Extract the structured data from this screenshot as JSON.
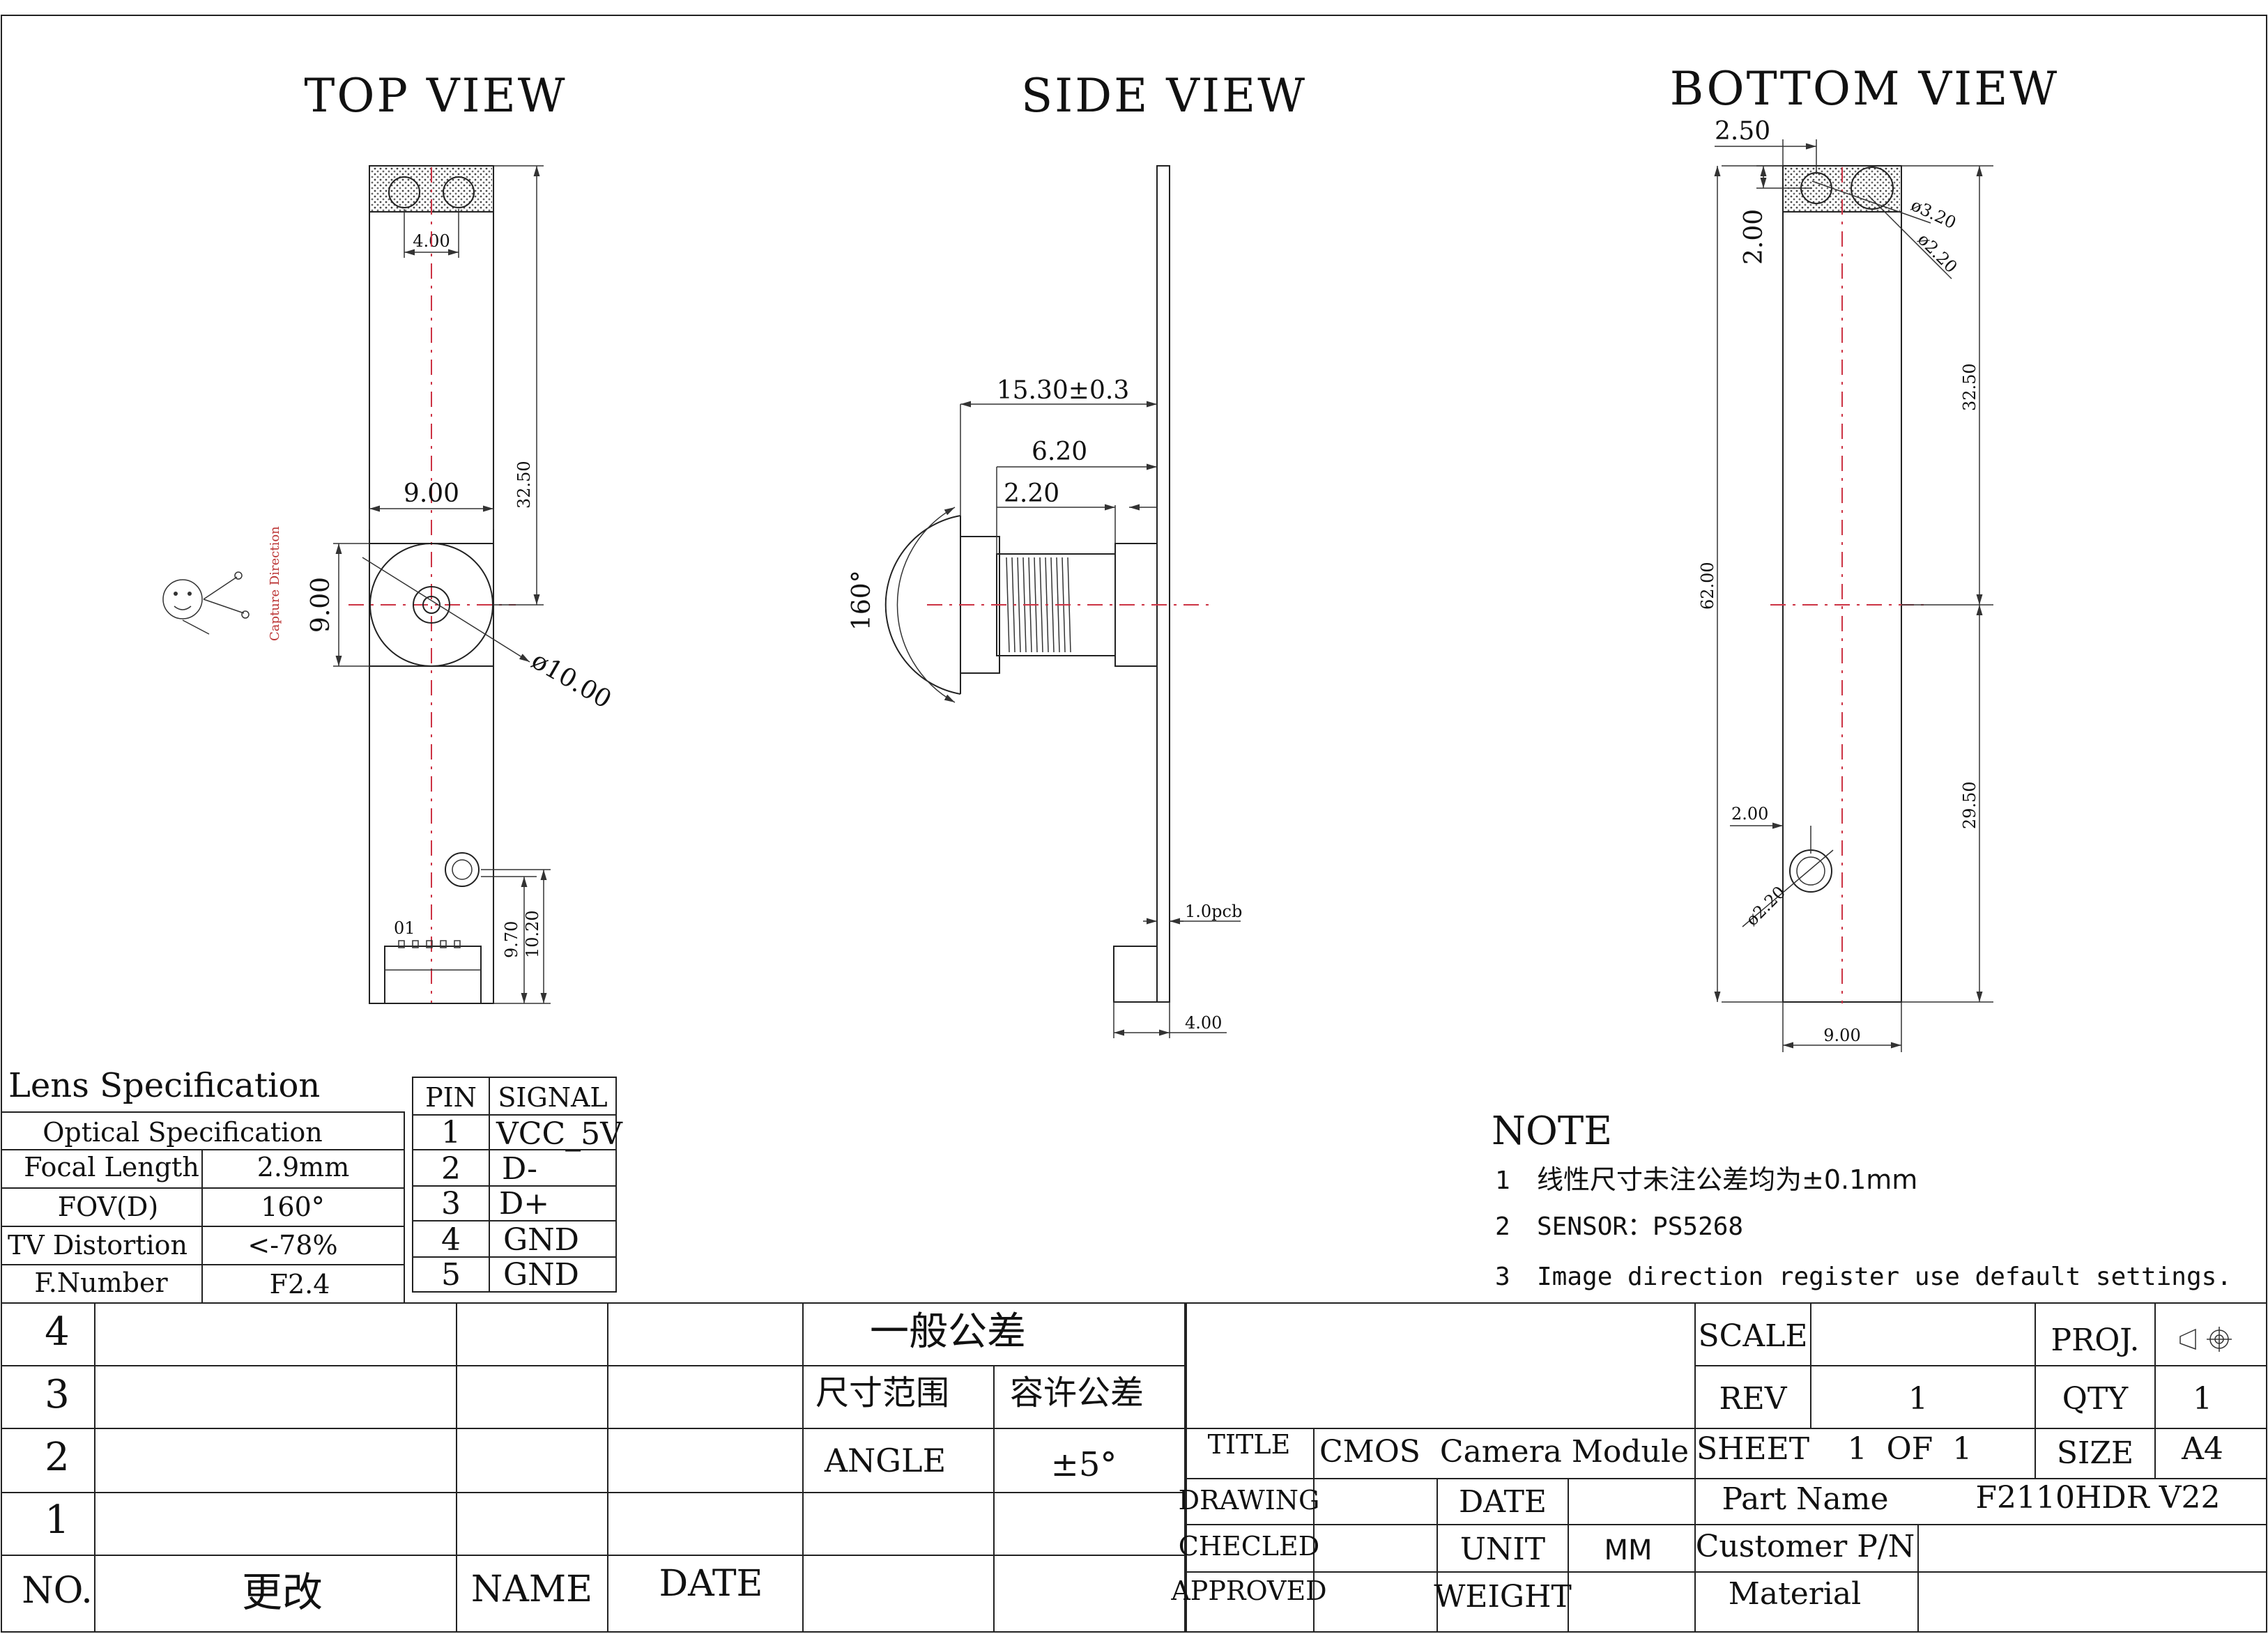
{
  "views": {
    "top": "TOP VIEW",
    "side": "SIDE VIEW",
    "bottom": "BOTTOM VIEW"
  },
  "dims": {
    "top": {
      "hole_spacing": "4.00",
      "lens_width": "9.00",
      "lens_height": "9.00",
      "lens_dia": "ø10.00",
      "upper_len": "32.50",
      "hole_to_end": "9.70",
      "hole_to_end2": "10.20",
      "pin1": "01",
      "capture_direction": "Capture Direction"
    },
    "side": {
      "total": "15.30±0.3",
      "d1": "6.20",
      "d2": "2.20",
      "fov": "160°",
      "pcb": "1.0pcb",
      "conn": "4.00"
    },
    "bottom": {
      "hole_x": "2.50",
      "hole_y": "2.00",
      "d32": "ø3.20",
      "d22": "ø2.20",
      "upper": "32.50",
      "total": "62.00",
      "lower": "29.50",
      "lower_hole_x": "2.00",
      "lower_hole_d": "ø2.20",
      "width": "9.00"
    }
  },
  "lens_spec": {
    "title": "Lens Specification",
    "header": "Optical Specification",
    "rows": [
      {
        "label": "Focal Length",
        "value": "2.9mm"
      },
      {
        "label": "FOV(D)",
        "value": "160°"
      },
      {
        "label": "TV Distortion",
        "value": "<-78%"
      },
      {
        "label": "F.Number",
        "value": "F2.4"
      }
    ]
  },
  "pins": {
    "headers": [
      "PIN",
      "SIGNAL"
    ],
    "rows": [
      {
        "pin": "1",
        "signal": "VCC_5V"
      },
      {
        "pin": "2",
        "signal": "D-"
      },
      {
        "pin": "3",
        "signal": "D+"
      },
      {
        "pin": "4",
        "signal": "GND"
      },
      {
        "pin": "5",
        "signal": "GND"
      }
    ]
  },
  "notes": {
    "title": "NOTE",
    "items": [
      {
        "num": "1",
        "text": "线性尺寸未注公差均为±0.1mm"
      },
      {
        "num": "2",
        "text": "SENSOR：PS5268"
      },
      {
        "num": "3",
        "text": "Image direction register use default settings."
      }
    ]
  },
  "revisions": {
    "rows": [
      "4",
      "3",
      "2",
      "1"
    ],
    "no": "NO.",
    "change": "更改",
    "name": "NAME",
    "date": "DATE"
  },
  "tolerance": {
    "title": "一般公差",
    "range": "尺寸范围",
    "allow": "容许公差",
    "angle": "ANGLE",
    "angle_val": "±5°"
  },
  "title_block": {
    "scale": "SCALE",
    "proj": "PROJ.",
    "rev": "REV",
    "rev_val": "1",
    "qty": "QTY",
    "qty_val": "1",
    "title_label": "TITLE",
    "title_val": "CMOS  Camera Module",
    "sheet": "SHEET",
    "sheet_val": "1  OF  1",
    "size": "SIZE",
    "size_val": "A4",
    "drawing": "DRAWING",
    "date": "DATE",
    "part_name": "Part Name",
    "part_val": "F2110HDR V22",
    "checked": "CHECLED",
    "unit": "UNIT",
    "unit_val": "MM",
    "customer": "Customer P/N",
    "approved": "APPROVED",
    "weight": "WEIGHT",
    "material": "Material"
  }
}
